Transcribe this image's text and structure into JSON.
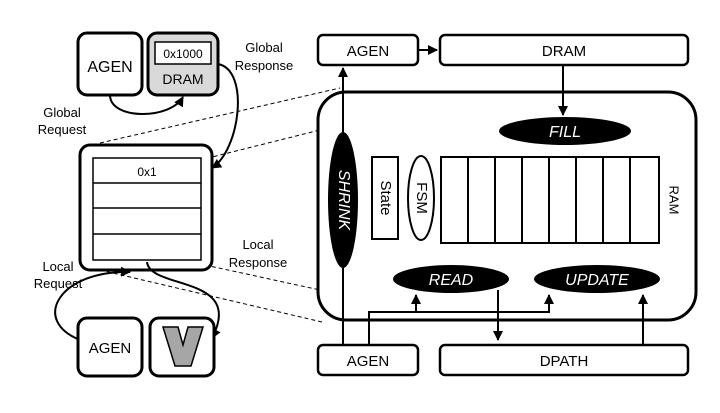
{
  "left": {
    "agen_top": "AGEN",
    "dram_addr": "0x1000",
    "dram": "DRAM",
    "global_response": [
      "Global",
      "Response"
    ],
    "global_request": [
      "Global",
      "Request"
    ],
    "table_first_row": "0x1",
    "local_response": [
      "Local",
      "Response"
    ],
    "local_request": [
      "Local",
      "Request"
    ],
    "agen_bottom": "AGEN",
    "v_logo": "V"
  },
  "right": {
    "agen_top": "AGEN",
    "dram": "DRAM",
    "fill": "FILL",
    "shrink": "SHRINK",
    "state": "State",
    "fsm": "FSM",
    "ram": "RAM",
    "read": "READ",
    "update": "UPDATE",
    "agen_bottom": "AGEN",
    "dpath": "DPATH"
  }
}
